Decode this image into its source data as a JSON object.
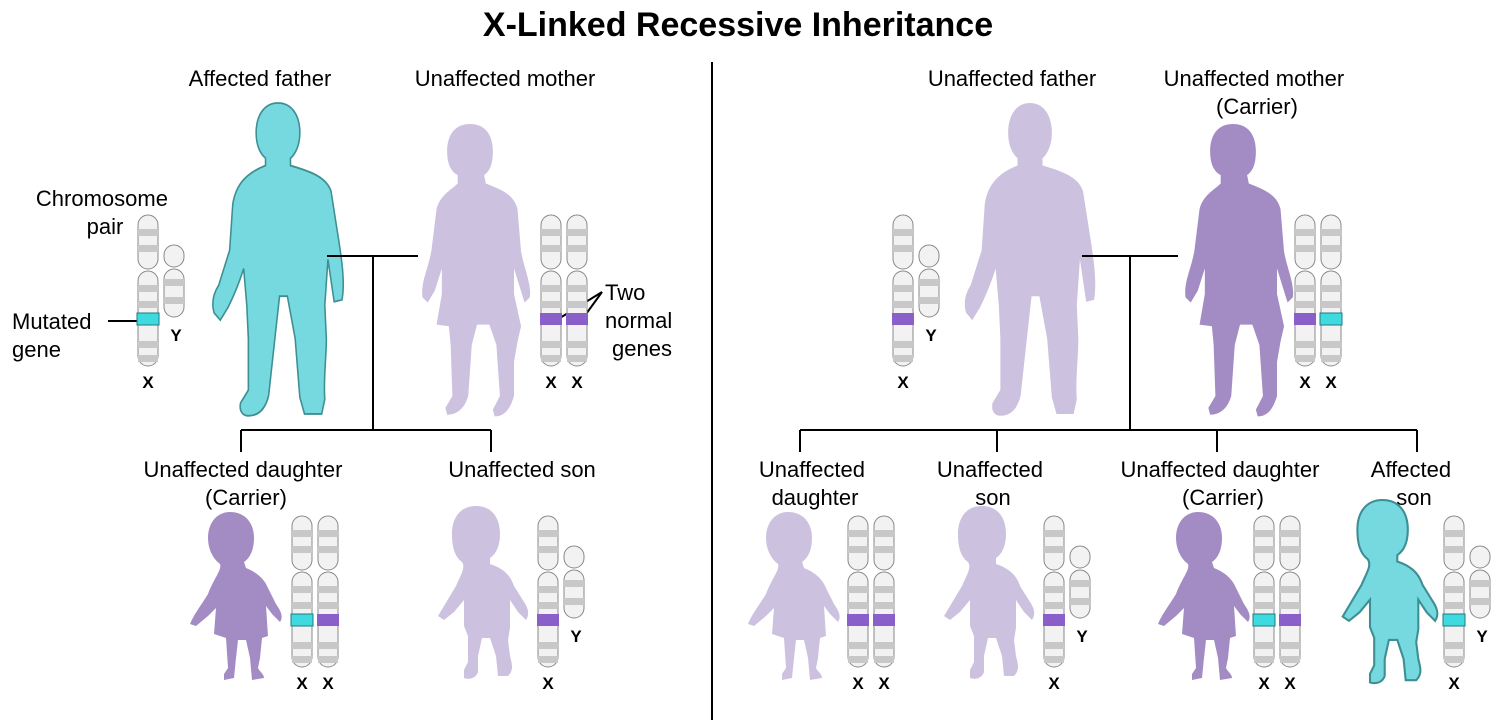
{
  "title": "X-Linked Recessive Inheritance",
  "colors": {
    "affected": "#76d9e0",
    "affected_outline": "#3d8f93",
    "unaffected_light": "#cdc1e0",
    "carrier": "#a38cc4",
    "normal_gene": "#8a5fc9",
    "mutated_gene": "#3fd9e0",
    "chromosome_light": "#f2f2f2",
    "chromosome_band": "#c8c8c8"
  },
  "chromosome_labels": {
    "x": "X",
    "y": "Y"
  },
  "left_panel": {
    "father": {
      "label": "Affected father",
      "status": "affected",
      "genes": [
        "mutated"
      ]
    },
    "mother": {
      "label": "Unaffected mother",
      "status": "unaffected",
      "genes": [
        "normal",
        "normal"
      ]
    },
    "chromosome_pair_label": [
      "Chromosome",
      "pair"
    ],
    "mutated_gene_label": [
      "Mutated",
      "gene"
    ],
    "two_normal_genes_label": [
      "Two",
      "normal",
      "genes"
    ],
    "children": [
      {
        "label": [
          "Unaffected daughter",
          "(Carrier)"
        ],
        "sex": "female",
        "status": "carrier",
        "genes": [
          "mutated",
          "normal"
        ]
      },
      {
        "label": [
          "Unaffected son"
        ],
        "sex": "male",
        "status": "unaffected",
        "genes": [
          "normal"
        ]
      }
    ]
  },
  "right_panel": {
    "father": {
      "label": "Unaffected father",
      "status": "unaffected",
      "genes": [
        "normal"
      ]
    },
    "mother": {
      "label": [
        "Unaffected mother",
        "(Carrier)"
      ],
      "status": "carrier",
      "genes": [
        "normal",
        "mutated"
      ]
    },
    "children": [
      {
        "label": [
          "Unaffected",
          "daughter"
        ],
        "sex": "female",
        "status": "unaffected",
        "genes": [
          "normal",
          "normal"
        ]
      },
      {
        "label": [
          "Unaffected",
          "son"
        ],
        "sex": "male",
        "status": "unaffected",
        "genes": [
          "normal"
        ]
      },
      {
        "label": [
          "Unaffected daughter",
          "(Carrier)"
        ],
        "sex": "female",
        "status": "carrier",
        "genes": [
          "mutated",
          "normal"
        ]
      },
      {
        "label": [
          "Affected",
          "son"
        ],
        "sex": "male",
        "status": "affected",
        "genes": [
          "mutated"
        ]
      }
    ]
  }
}
